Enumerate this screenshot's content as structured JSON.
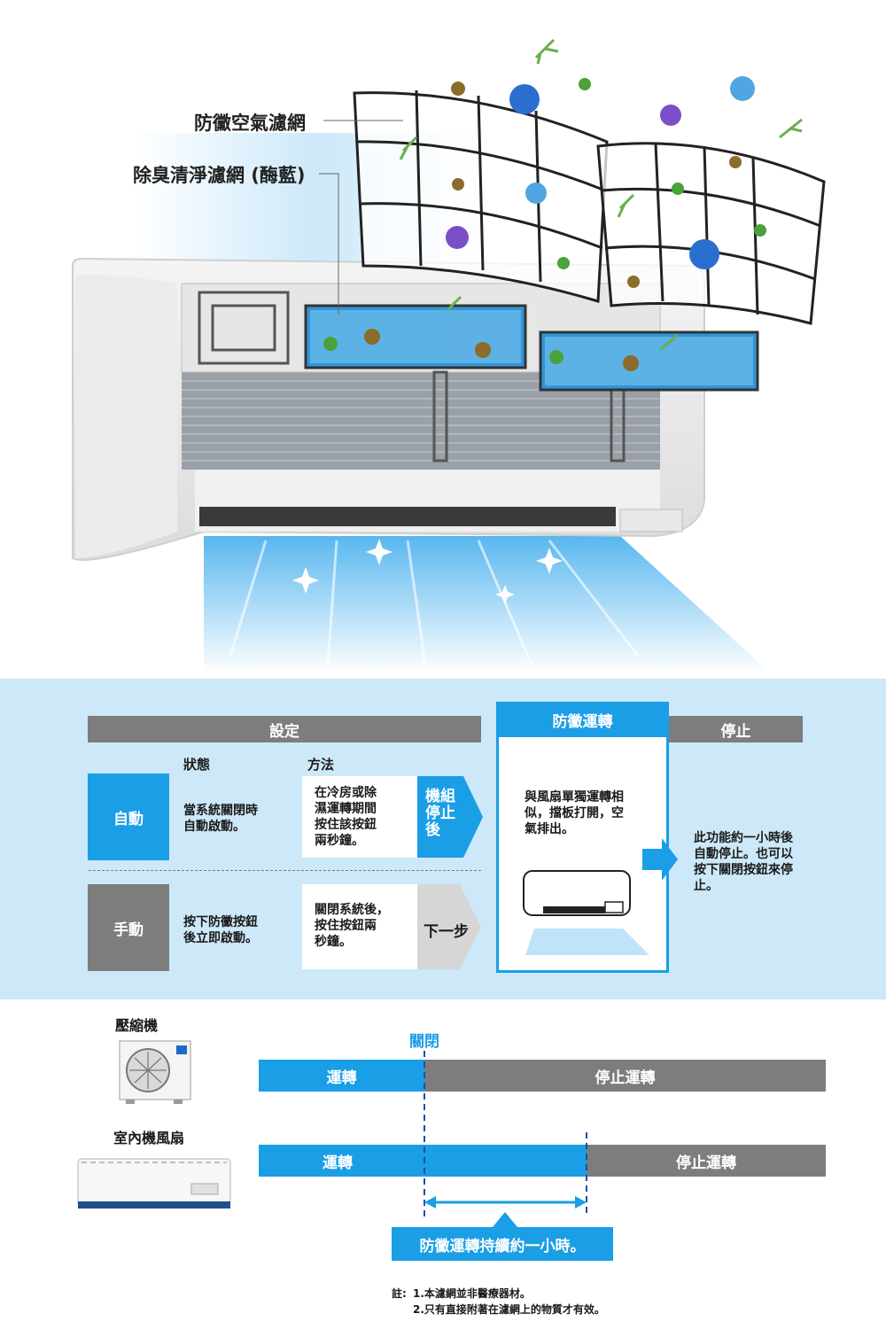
{
  "hero": {
    "label_filter": "防黴空氣濾網",
    "label_deodor": "除臭清淨濾網 (酶藍)"
  },
  "process": {
    "header_settings": "設定",
    "header_highlight": "防黴運轉",
    "header_stop": "停止",
    "col_state": "狀態",
    "col_method": "方法",
    "auto": {
      "label": "自動",
      "state": "當系統關閉時\n自動啟動。",
      "method": "在冷房或除\n濕運轉期間\n按住該按鈕\n兩秒鐘。",
      "arrow": "機組\n停止\n後"
    },
    "manual": {
      "label": "手動",
      "state": "按下防黴按鈕\n後立即啟動。",
      "method": "關閉系統後，\n按住按鈕兩\n秒鐘。",
      "arrow": "下一步"
    },
    "highlight_desc": "與風扇單獨運轉相\n似，擋板打開，空\n氣排出。",
    "stop_desc": "此功能約一小時後\n自動停止。也可以\n按下關閉按鈕來停\n止。",
    "colors": {
      "blue": "#1a9ee6",
      "gray": "#7d7d7d",
      "panel_bg": "#cde8f8"
    }
  },
  "timing": {
    "compressor_label": "壓縮機",
    "fan_label": "室內機風扇",
    "off_label": "關閉",
    "compressor_run": "運轉",
    "compressor_stop": "停止運轉",
    "fan_run": "運轉",
    "fan_stop": "停止運轉",
    "duration": "防黴運轉持續約一小時。"
  },
  "notes": {
    "prefix": "註:",
    "line1": "1.本濾網並非醫療器材。",
    "line2": "2.只有直接附著在濾網上的物質才有效。"
  }
}
